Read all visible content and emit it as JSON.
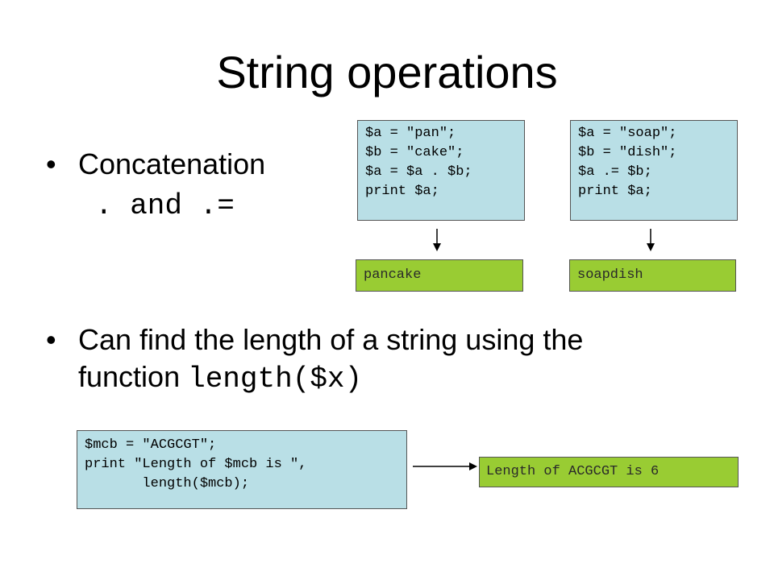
{
  "slide": {
    "title": "String operations",
    "bullet1": {
      "symbol": "•",
      "text": "Concatenation",
      "ops": ". and .="
    },
    "bullet2": {
      "symbol": "•",
      "line1": "Can find the length of a string using the",
      "line2_prefix": "function ",
      "line2_code": "length($x)"
    },
    "example1": {
      "code": "$a = \"pan\";\n$b = \"cake\";\n$a = $a . $b;\nprint $a;",
      "output": "pancake"
    },
    "example2": {
      "code": "$a = \"soap\";\n$b = \"dish\";\n$a .= $b;\nprint $a;",
      "output": "soapdish"
    },
    "example3": {
      "code": "$mcb = \"ACGCGT\";\nprint \"Length of $mcb is \",\n       length($mcb);",
      "output": "Length of ACGCGT is 6"
    }
  },
  "colors": {
    "code_bg": "#b9dfe6",
    "output_bg": "#99cc33",
    "border": "#555555"
  }
}
